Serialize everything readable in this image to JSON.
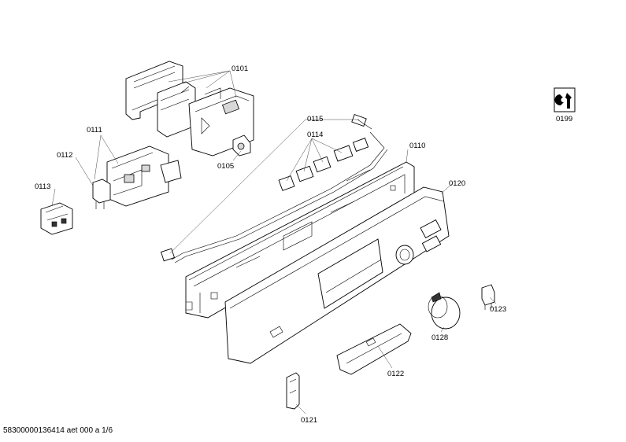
{
  "diagram": {
    "labels": {
      "p0101": "0101",
      "p0111": "0111",
      "p0112": "0112",
      "p0113": "0113",
      "p0105": "0105",
      "p0115": "0115",
      "p0114": "0114",
      "p0110": "0110",
      "p0120": "0120",
      "p0199": "0199",
      "p0123": "0123",
      "p0128": "0128",
      "p0122": "0122",
      "p0121": "0121"
    },
    "footer": "58300000136414 aet 000 a 1/6"
  }
}
